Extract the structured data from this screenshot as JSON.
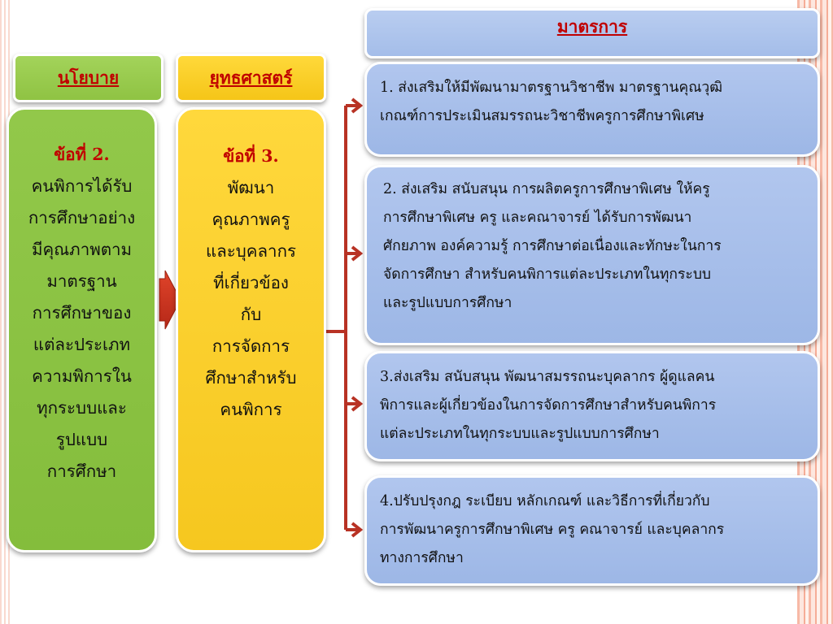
{
  "headers": {
    "policy": "นโยบาย",
    "strategy": "ยุทธศาสตร์",
    "measures": "มาตรการ"
  },
  "policy": {
    "title": "ข้อที่ 2.",
    "lines": [
      "คนพิการได้รับ",
      "การศึกษาอย่าง",
      "มีคุณภาพตาม",
      "มาตรฐาน",
      "การศึกษาของ",
      "แต่ละประเภท",
      "ความพิการใน",
      "ทุกระบบและ",
      "รูปแบบ",
      "การศึกษา"
    ]
  },
  "strategy": {
    "title": "ข้อที่ 3.",
    "lines": [
      "พัฒนา",
      "คุณภาพครู",
      "และบุคลากร",
      "ที่เกี่ยวข้อง",
      "กับ",
      "การจัดการ",
      "ศึกษาสำหรับ",
      "คนพิการ"
    ]
  },
  "measures": [
    {
      "lines": [
        "1. ส่งเสริมให้มีพัฒนามาตรฐานวิชาชีพ มาตรฐานคุณวุฒิ",
        "เกณฑ์การประเมินสมรรถนะวิชาชีพครูการศึกษาพิเศษ"
      ]
    },
    {
      "lines": [
        "2. ส่งเสริม สนับสนุน การผลิตครูการศึกษาพิเศษ ให้ครู",
        "การศึกษาพิเศษ ครู และคณาจารย์ ได้รับการพัฒนา",
        "ศักยภาพ  องค์ความรู้ การศึกษาต่อเนื่องและทักษะในการ",
        "จัดการศึกษา สำหรับคนพิการแต่ละประเภทในทุกระบบ",
        "และรูปแบบการศึกษา"
      ]
    },
    {
      "lines": [
        "3.ส่งเสริม สนับสนุน พัฒนาสมรรถนะบุคลากร ผู้ดูแลคน",
        "พิการและผู้เกี่ยวข้องในการจัดการศึกษาสำหรับคนพิการ",
        "แต่ละประเภทในทุกระบบและรูปแบบการศึกษา"
      ]
    },
    {
      "lines": [
        "4.ปรับปรุงกฎ  ระเบียบ  หลักเกณฑ์ และวิธีการที่เกี่ยวกับ",
        "การพัฒนาครูการศึกษาพิเศษ  ครู คณาจารย์  และบุคลากร",
        "ทางการศึกษา"
      ]
    }
  ],
  "colors": {
    "policy_fill": "#8dc343",
    "strategy_fill": "#f8ca22",
    "measure_fill": "#a4bde9",
    "title_red": "#c00000",
    "connector_red": "#b83224"
  }
}
